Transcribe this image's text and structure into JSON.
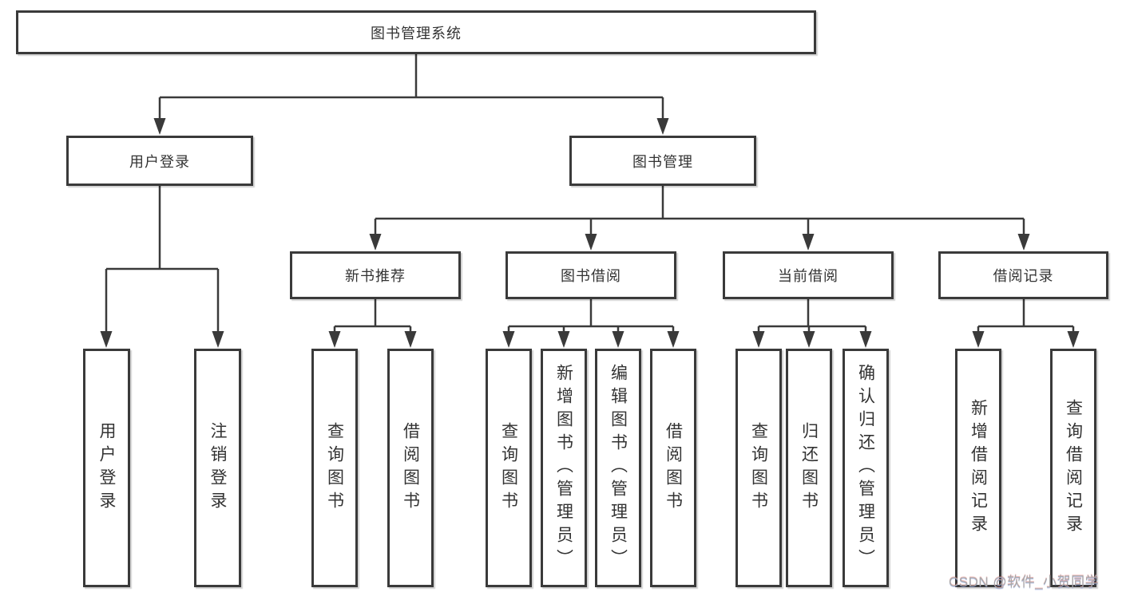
{
  "root": {
    "label": "图书管理系统"
  },
  "level2": {
    "user_login": "用户登录",
    "book_mgmt": "图书管理"
  },
  "level3": {
    "new_books": "新书推荐",
    "book_borrow": "图书借阅",
    "current_borrow": "当前借阅",
    "borrow_records": "借阅记录"
  },
  "leaves": {
    "user_login": [
      "用户登录",
      "注销登录"
    ],
    "new_books": [
      "查询图书",
      "借阅图书"
    ],
    "book_borrow": [
      "查询图书",
      "新增图书（管理员）",
      "编辑图书（管理员）",
      "借阅图书"
    ],
    "current_borrow": [
      "查询图书",
      "归还图书",
      "确认归还（管理员）"
    ],
    "borrow_records": [
      "新增借阅记录",
      "查询借阅记录"
    ]
  },
  "watermark": "CSDN @软件_小贺同学",
  "colors": {
    "line": "#3a3a3a",
    "border": "#3a3a3a",
    "text": "#333333",
    "watermark": "#a8a8a8"
  }
}
